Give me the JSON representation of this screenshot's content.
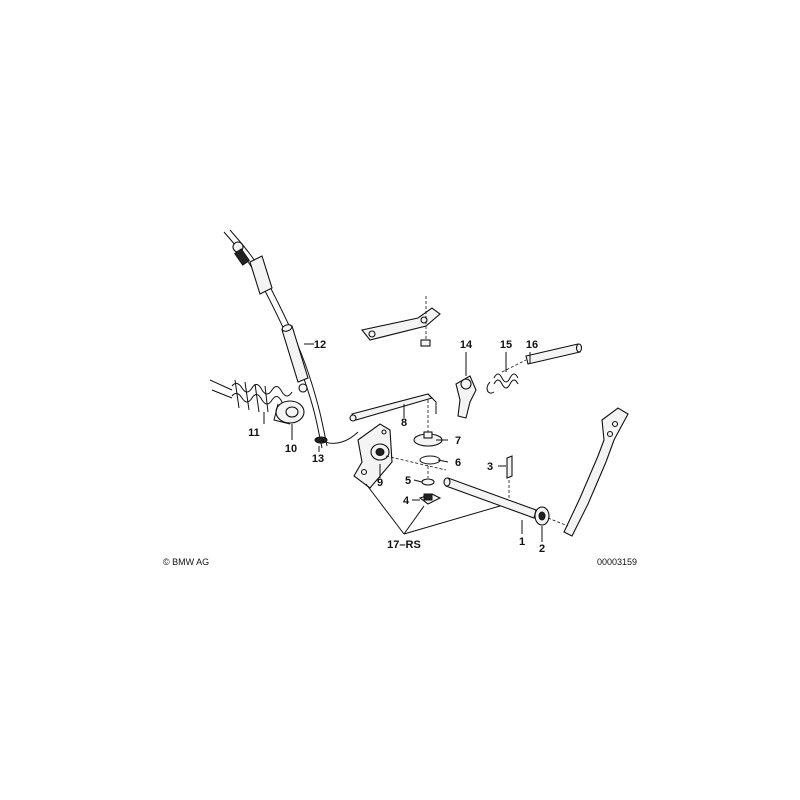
{
  "labels": {
    "p1": "1",
    "p2": "2",
    "p3": "3",
    "p4": "4",
    "p5": "5",
    "p6": "6",
    "p7": "7",
    "p8": "8",
    "p9": "9",
    "p10": "10",
    "p11": "11",
    "p12": "12",
    "p13": "13",
    "p14": "14",
    "p15": "15",
    "p16": "16",
    "p17": "17–RS"
  },
  "footer": {
    "copyright": "© BMW AG",
    "diagram_number": "00003159"
  }
}
